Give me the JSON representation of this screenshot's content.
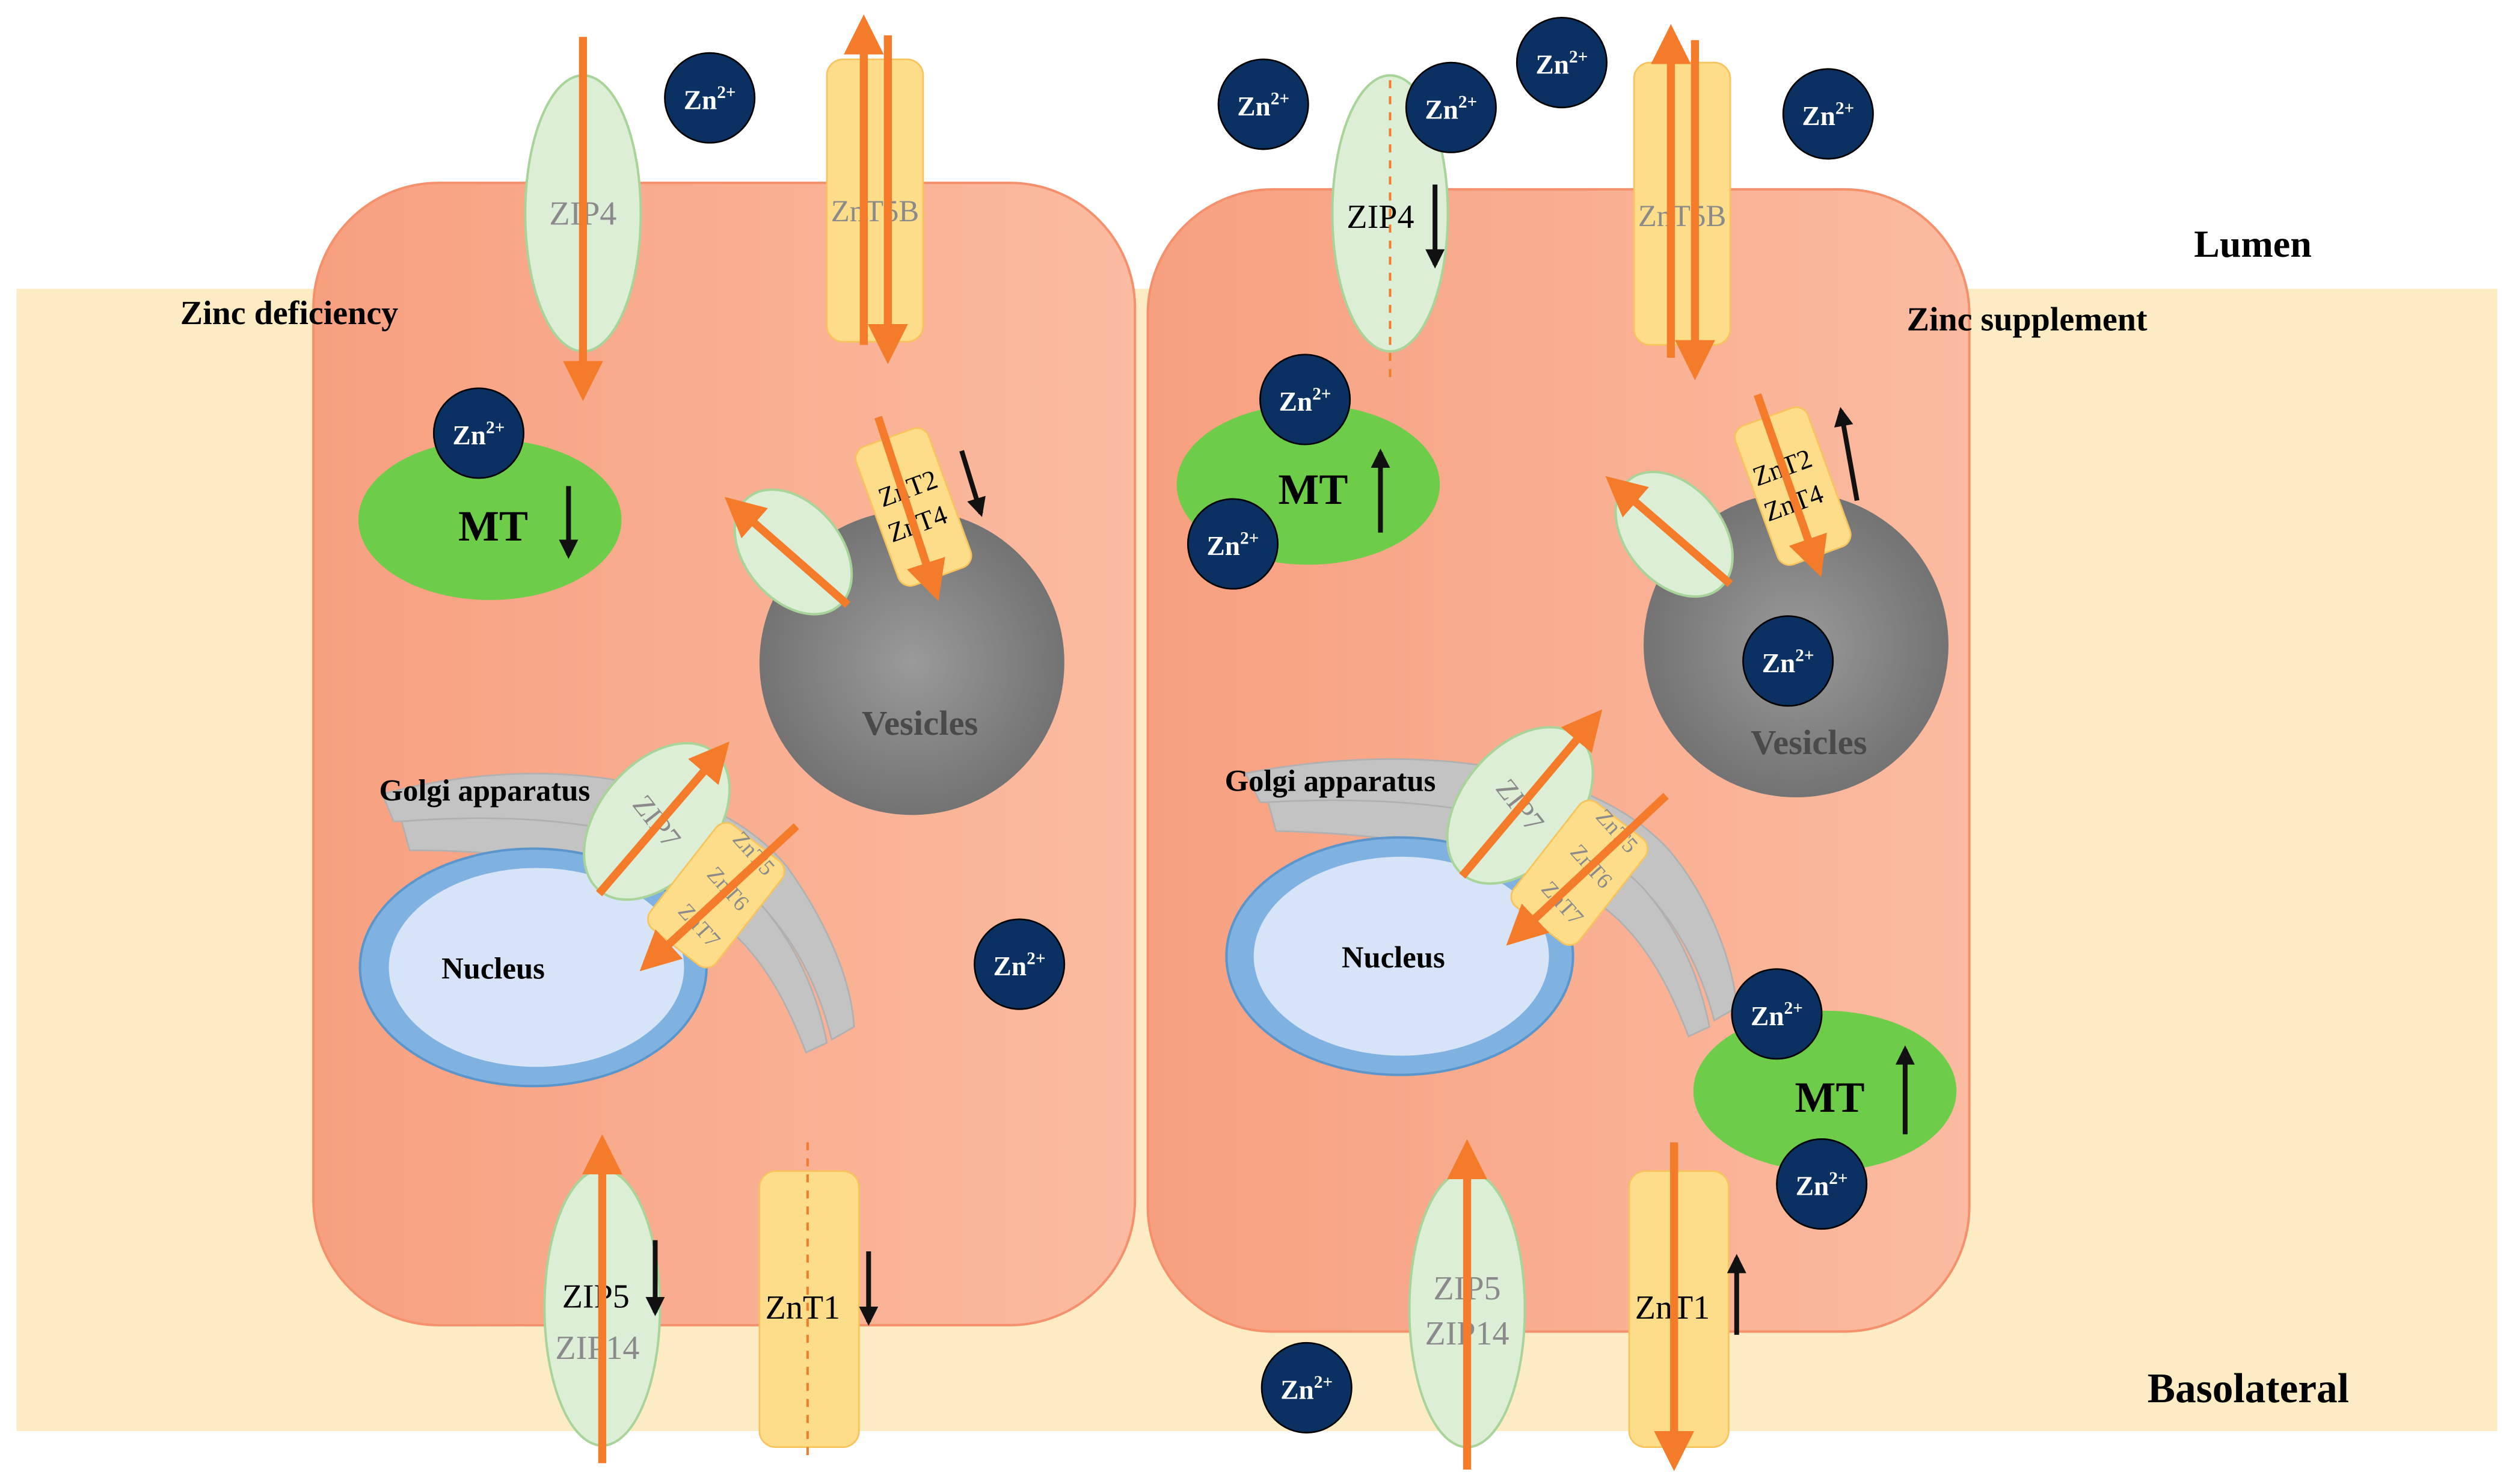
{
  "labels": {
    "lumen": "Lumen",
    "basolateral": "Basolateral",
    "zinc_deficiency": "Zinc deficiency",
    "zinc_supplement": "Zinc supplement",
    "zn": "Zn",
    "zn_charge": "2+",
    "mt": "MT",
    "vesicles": "Vesicles",
    "golgi": "Golgi apparatus",
    "nucleus": "Nucleus",
    "zip4": "ZIP4",
    "znt5b": "ZnT5B",
    "znt2": "ZnT2",
    "znt4": "ZnT4",
    "zip7": "ZIP7",
    "znt5": "ZnT5",
    "znt6": "ZnT6",
    "znt7": "ZnT7",
    "zip5": "ZIP5",
    "zip14": "ZIP14",
    "znt1": "ZnT1"
  },
  "colors": {
    "basolateral_band": "#fdebc4",
    "cell_gradient_left": "#f7a080",
    "cell_gradient_right": "#fbbba0",
    "cell_stroke": "#f5906c",
    "transport_arrow": "#f47b2a",
    "zip_fill": "#dcefd6",
    "zip_stroke": "#a8d49a",
    "znt_fill": "#fddc8a",
    "znt_stroke": "#f7c35a",
    "mt_fill": "#6dcc48",
    "zinc_ion": "#0b3163",
    "vesicle": "#777777",
    "nucleus_fill": "#d7e3f6",
    "nuclear_envelope": "#7fb2e0",
    "golgi": "#c3c3c3"
  },
  "regulation": {
    "zinc_deficiency": {
      "MT": "down",
      "ZnT2/ZnT4": "down",
      "ZIP5": "down",
      "ZnT1": "down"
    },
    "zinc_supplement": {
      "ZIP4": "down",
      "MT": "up",
      "ZnT2/ZnT4": "up",
      "ZnT1": "up"
    }
  }
}
